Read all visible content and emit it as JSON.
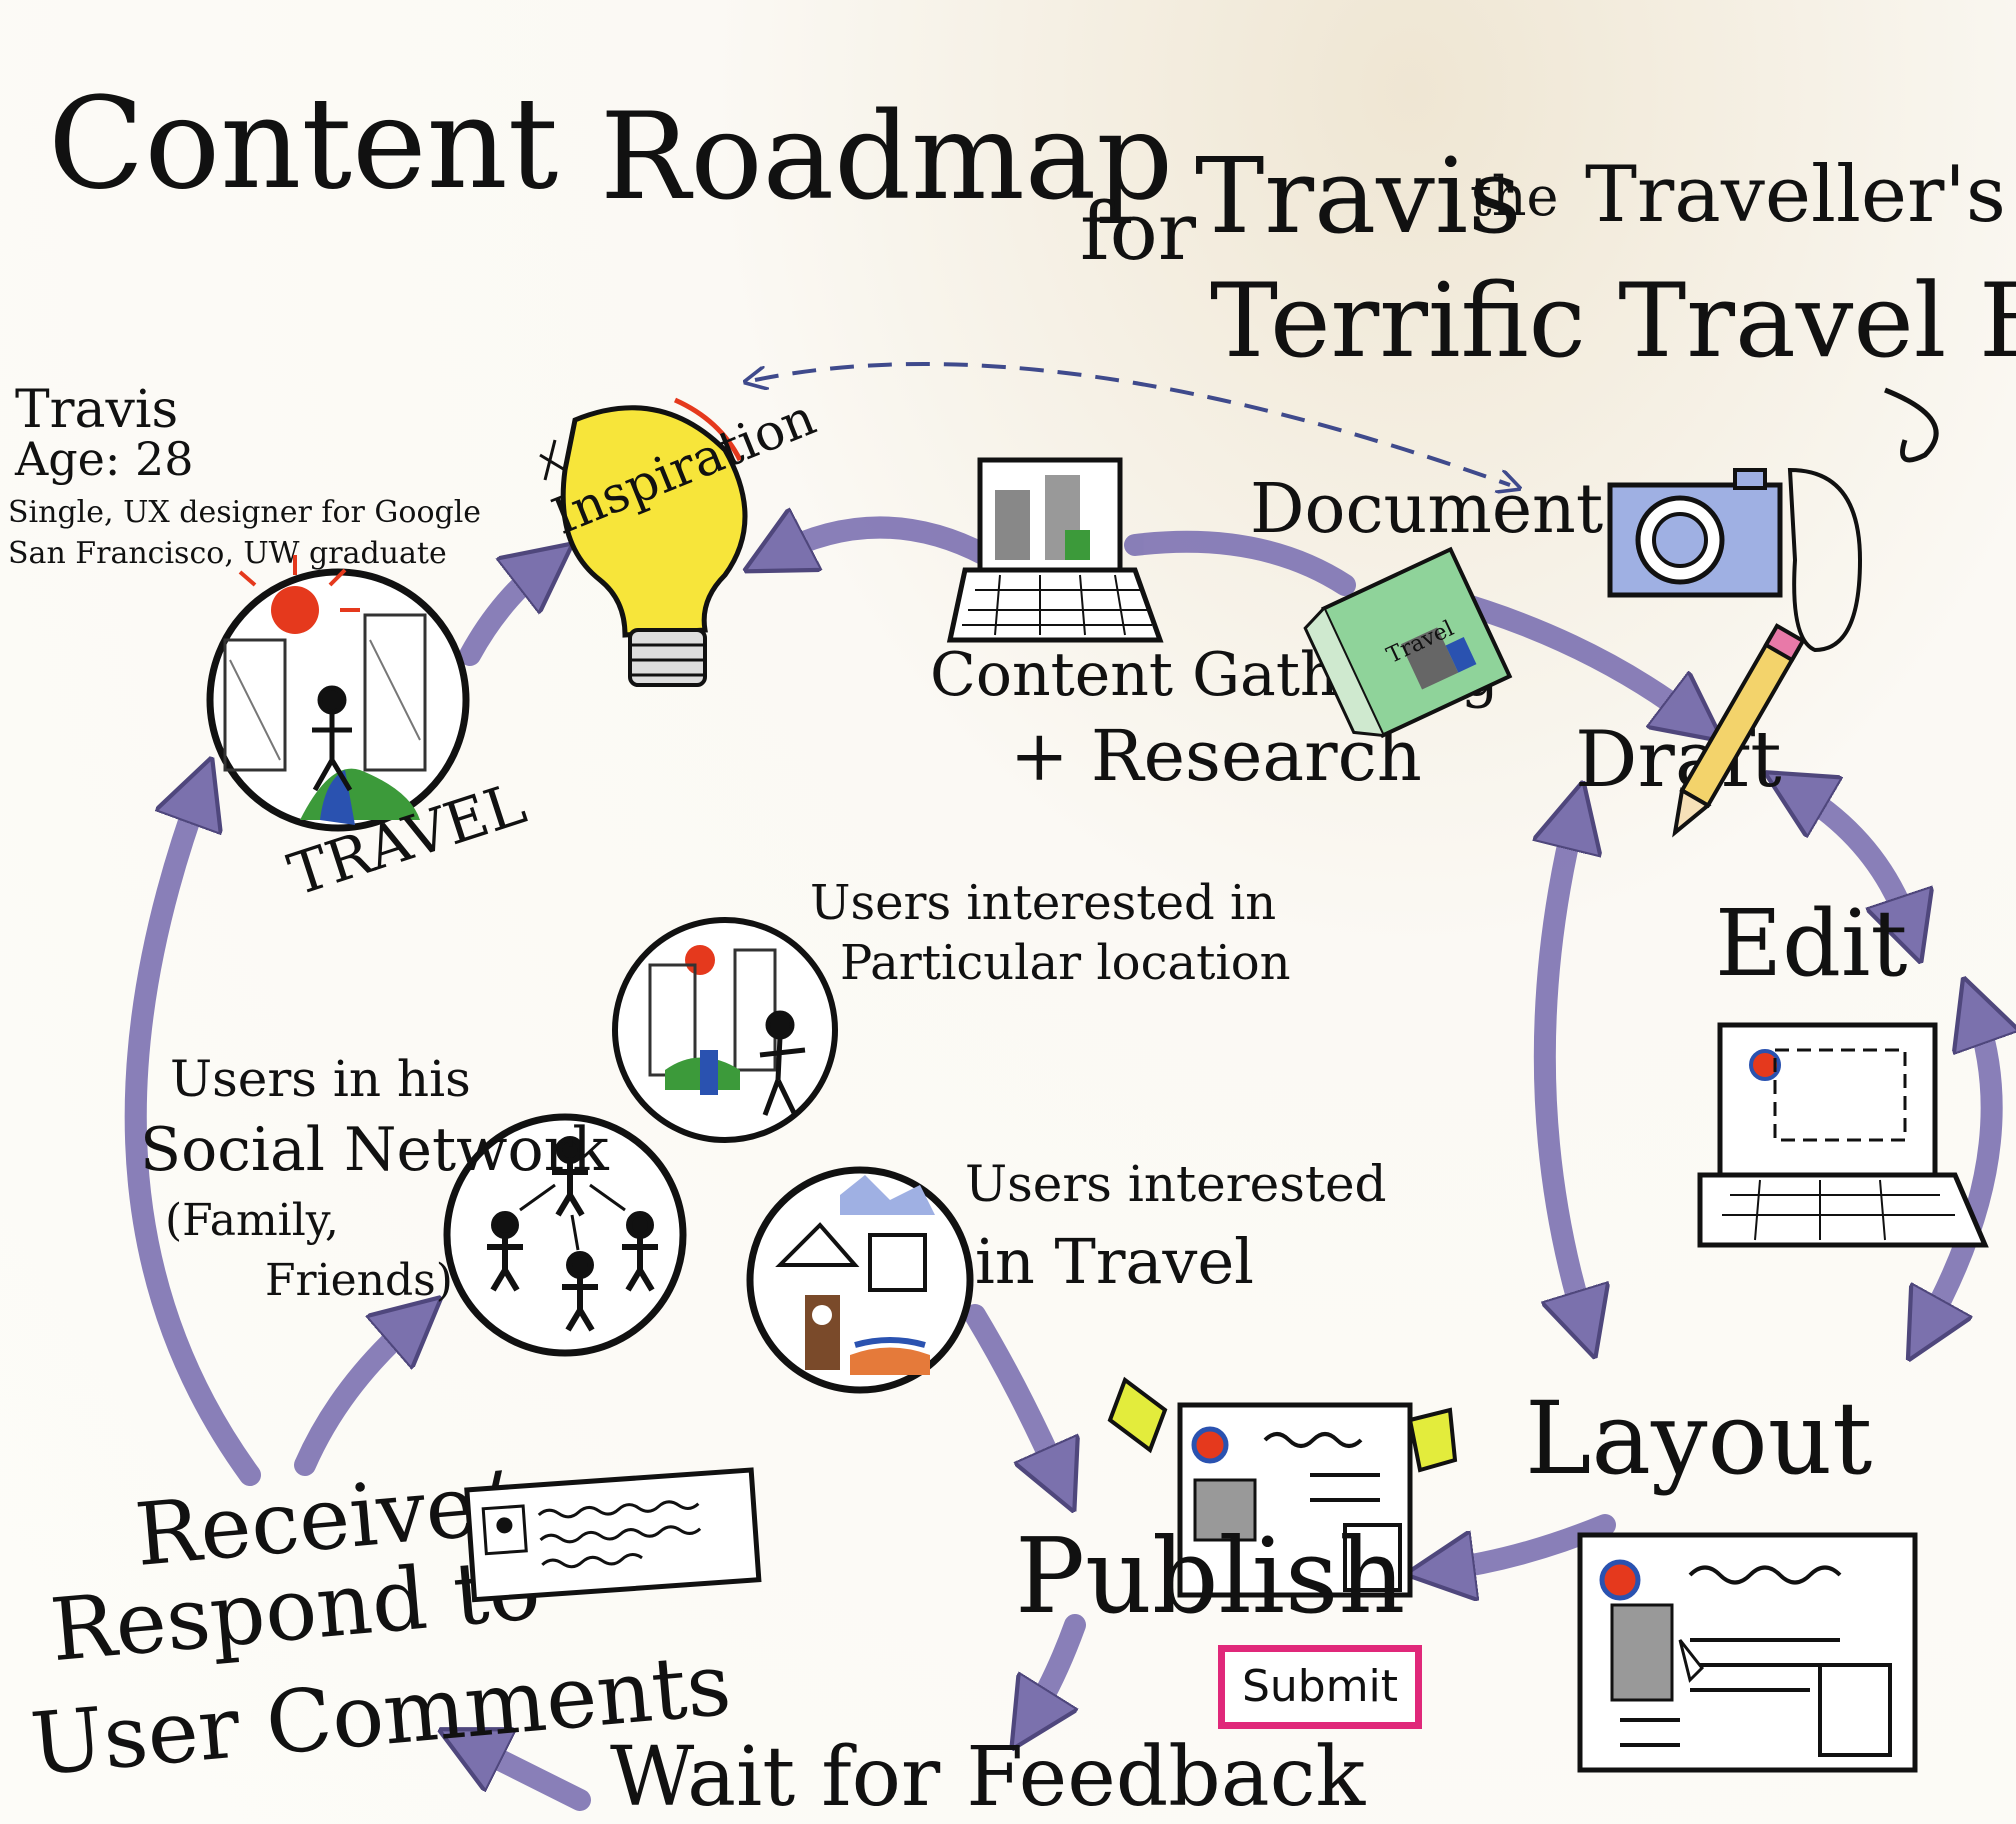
{
  "title": {
    "line1_a": "Content",
    "line1_b": "Roadmap",
    "line1_c": "for",
    "line1_d": "Travis",
    "line1_e": "the",
    "line1_f": "Traveller's",
    "line2": "Terrific Travel Blog"
  },
  "persona": {
    "name": "Travis",
    "age": "Age: 28",
    "detail1": "Single, UX designer for Google",
    "detail2": "San Francisco, UW graduate"
  },
  "nodes": {
    "travel": "TRAVEL",
    "inspiration": "Inspiration",
    "gathering1": "Content Gathering",
    "gathering2": "+ Research",
    "document": "Document",
    "draft": "Draft",
    "edit": "Edit",
    "layout": "Layout",
    "publish": "Publish",
    "submit": "Submit",
    "wait": "Wait for Feedback",
    "receive1": "Receive/",
    "receive2": "Respond to",
    "receive3": "User Comments",
    "magazine": "Travel"
  },
  "audiences": {
    "location1": "Users interested in",
    "location2": "Particular location",
    "social1": "Users in his",
    "social2": "Social Network",
    "social3": "(Family,",
    "social4": "Friends)",
    "travel1": "Users interested",
    "travel2": "in Travel"
  },
  "colors": {
    "arrow": "#7d72b2",
    "arrow_dark": "#574d8c",
    "bulb": "#f7e53a",
    "camera": "#9fb0e3",
    "submit": "#e0287a",
    "ink": "#111111",
    "sun": "#e5391d",
    "green": "#3c9a3a",
    "blue": "#2a52b0"
  }
}
